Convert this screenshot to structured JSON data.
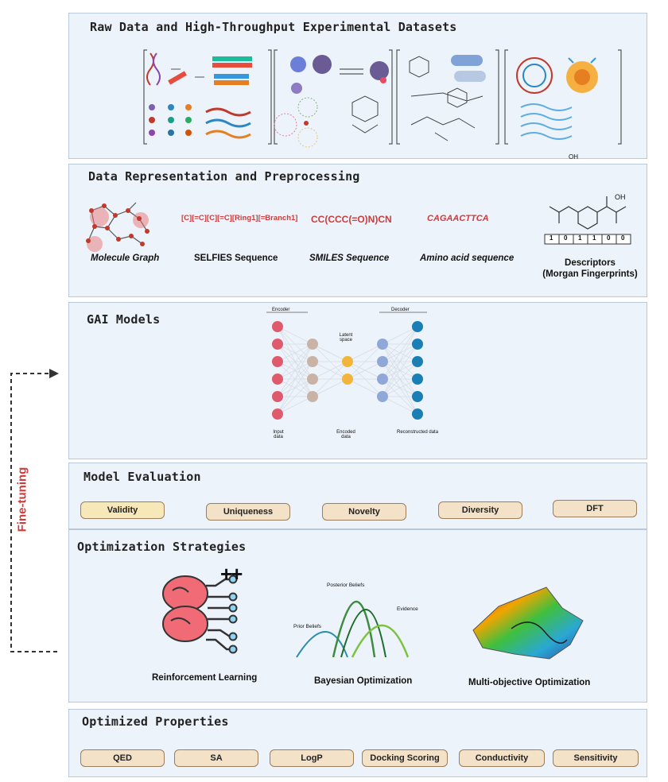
{
  "panels": {
    "raw": {
      "title": "Raw Data and High-Throughput  Experimental Datasets",
      "oh_label": "OH"
    },
    "repr": {
      "title": "Data Representation and Preprocessing",
      "selfies": "[C][=C][C][=C][Ring1][=Branch1]",
      "smiles": "CC(CCC(=O)N)CN",
      "amino": "CAGAACTTCA",
      "labels": [
        "Molecule Graph",
        "SELFIES Sequence",
        "SMILES Sequence",
        "Amino acid sequence",
        "Descriptors",
        "(Morgan Fingerprints)"
      ],
      "fingerprint_bits": [
        "1",
        "0",
        "1",
        "1",
        "0",
        "0"
      ],
      "oh": "OH"
    },
    "gai": {
      "title": "GAI Models",
      "encoder": "Encoder",
      "decoder": "Decoder",
      "latent": "Latent space",
      "input": "Input data",
      "encoded": "Encoded data",
      "recon": "Reconstructed data"
    },
    "eval": {
      "title": "Model Evaluation",
      "chips": [
        "Validity",
        "Uniqueness",
        "Novelty",
        "Diversity",
        "DFT"
      ]
    },
    "opt": {
      "title": "Optimization Strategies",
      "rl": "Reinforcement Learning",
      "bo": "Bayesian Optimization",
      "mo": "Multi-objective Optimization",
      "plus": "++",
      "posterior": "Posterior Beliefs",
      "evidence": "Evidence",
      "prior": "Prior Beliefs"
    },
    "props": {
      "title": "Optimized Properties",
      "chips": [
        "QED",
        "SA",
        "LogP",
        "Docking Scoring",
        "Conductivity",
        "Sensitivity"
      ]
    }
  },
  "side_label": "Fine-tuning",
  "colors": {
    "accent_red": "#d03a3a",
    "panel_bg": "#edf3fa",
    "chip_bg": "#f3e1c8"
  }
}
